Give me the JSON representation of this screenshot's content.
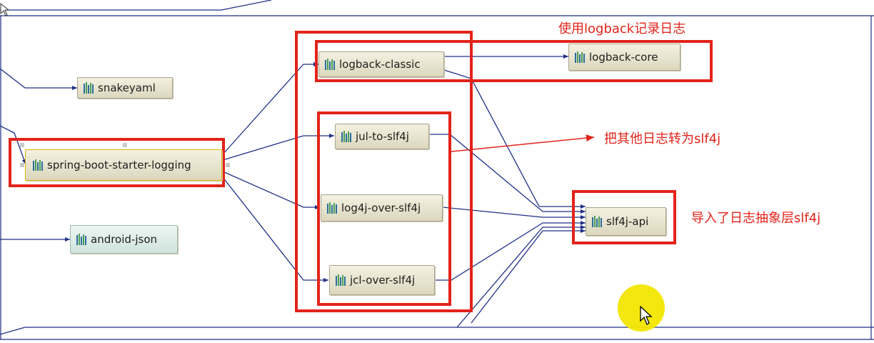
{
  "nodes": {
    "snakeyaml": "snakeyaml",
    "spring_boot_starter_logging": "spring-boot-starter-logging",
    "android_json": "android-json",
    "logback_classic": "logback-classic",
    "logback_core": "logback-core",
    "jul_to_slf4j": "jul-to-slf4j",
    "log4j_over_slf4j": "log4j-over-slf4j",
    "jcl_over_slf4j": "jcl-over-slf4j",
    "slf4j_api": "slf4j-api"
  },
  "annotations": {
    "logback_note": "使用logback记录日志",
    "bridge_note": "把其他日志转为slf4j",
    "api_note": "导入了日志抽象层slf4j"
  },
  "colors": {
    "edge": "#1f2f86",
    "highlight": "#e2231a",
    "cursor_halo": "#f2e600"
  },
  "icons": {
    "jar": "jar-icon",
    "cursor": "mouse-pointer-icon"
  }
}
